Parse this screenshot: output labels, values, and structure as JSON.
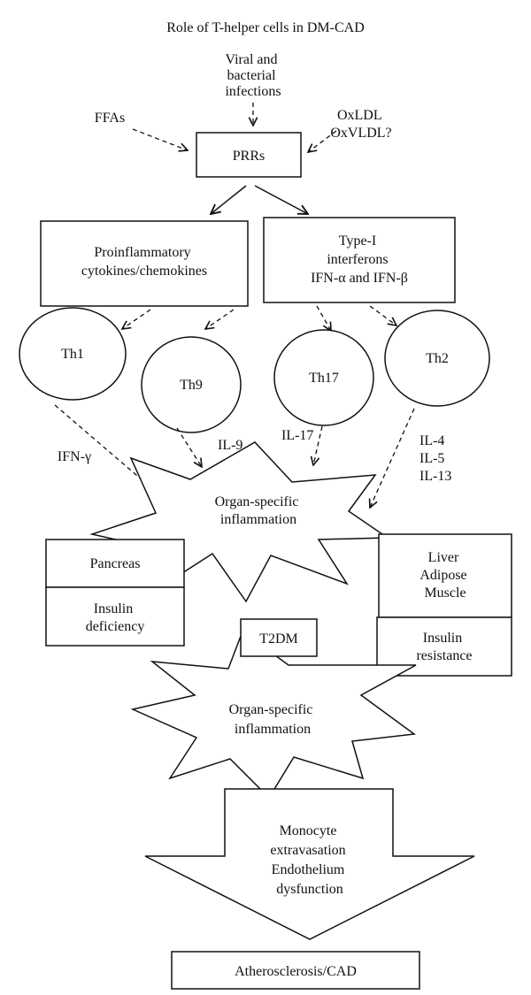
{
  "title": "Role of T-helper cells in DM-CAD",
  "inputs": {
    "viral": [
      "Viral and",
      "bacterial",
      "infections"
    ],
    "ffas": "FFAs",
    "oxldl": [
      "OxLDL",
      "OxVLDL?"
    ]
  },
  "prrs": "PRRs",
  "proinflammatory": [
    "Proinflammatory",
    "cytokines/chemokines"
  ],
  "interferons": [
    "Type-I",
    "interferons",
    "IFN-α and IFN-β"
  ],
  "th_cells": {
    "th1": "Th1",
    "th9": "Th9",
    "th17": "Th17",
    "th2": "Th2"
  },
  "cytokines": {
    "ifn_gamma": "IFN-γ",
    "il9": "IL-9",
    "il17": "IL-17",
    "il4_5_13": [
      "IL-4",
      "IL-5",
      "IL-13"
    ]
  },
  "organ_inflammation_1": [
    "Organ-specific",
    "inflammation"
  ],
  "pancreas": "Pancreas",
  "insulin_deficiency": [
    "Insulin",
    "deficiency"
  ],
  "liver_adipose_muscle": [
    "Liver",
    "Adipose",
    "Muscle"
  ],
  "insulin_resistance": [
    "Insulin",
    "resistance"
  ],
  "t2dm": "T2DM",
  "organ_inflammation_2": [
    "Organ-specific",
    "inflammation"
  ],
  "monocyte_box": [
    "Monocyte",
    "extravasation",
    "Endothelium",
    "dysfunction"
  ],
  "outcome": "Atherosclerosis/CAD"
}
